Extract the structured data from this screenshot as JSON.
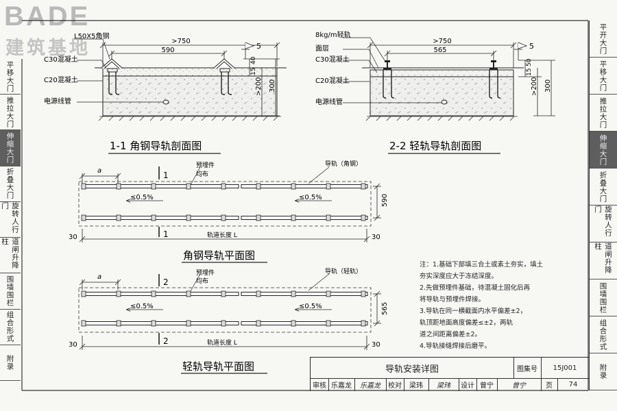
{
  "logo": {
    "brand": "BADE",
    "subtitle": "建筑基地"
  },
  "sections": {
    "s11": {
      "title": "1-1  角钢导轨剖面图",
      "rail_label": "L50X5角钢",
      "c30_label": "C30混凝土",
      "c20_label": "C20混凝土",
      "pipe_label": "电源线管",
      "dim_outer": ">750",
      "dim_inner": "590",
      "slope": "5",
      "dim_v1": "40",
      "dim_v2": "15",
      "dim_v3": ">200",
      "dim_v4": "300"
    },
    "s22": {
      "title": "2-2  轻轨导轨剖面图",
      "rail_label": "8kg/m轻轨",
      "surface_label": "面层",
      "c30_label": "C30混凝土",
      "c20_label": "C20混凝土",
      "pipe_label": "电源线管",
      "dim_outer": ">750",
      "dim_inner": "565",
      "slope": "5",
      "dim_v1": "50",
      "dim_v2": "15",
      "dim_v3": ">200",
      "dim_v4": "300"
    }
  },
  "plans": {
    "angle": {
      "title": "角钢导轨平面图",
      "a_label": "a",
      "embed_label1": "预埋件",
      "embed_label2": "均布",
      "rail_label": "导轨（角钢）",
      "slope_left": "≤0.5%",
      "slope_right": "≤0.5%",
      "width_dim": "590",
      "length_label": "轨道长度 L",
      "edge_left": "30",
      "edge_right": "30",
      "sec_mark_top": "1",
      "sec_mark_bottom": "1"
    },
    "light": {
      "title": "轻轨导轨平面图",
      "a_label": "a",
      "embed_label1": "预埋件",
      "embed_label2": "均布",
      "rail_label": "导轨（轻轨）",
      "slope_left": "≤0.5%",
      "slope_right": "≤0.5%",
      "width_dim": "565",
      "length_label": "轨道长度 L",
      "edge_left": "30",
      "edge_right": "30",
      "sec_mark_top": "2",
      "sec_mark_bottom": "2"
    }
  },
  "notes": [
    "注：1.基础下部填三合土或素土夯实，填土",
    "    夯实深度应大于冻结深度。",
    "  2.先做预埋件基础，待混凝土固化后再",
    "    将导轨与预埋件焊接。",
    "  3.导轨在同一横截面内水平偏差±2，",
    "    轨顶距地面高度偏差≤±2，两轨",
    "    道之间距离偏差±2。",
    "  4.导轨接缝焊接后磨平。"
  ],
  "title_block": {
    "drawing_title": "导轨安装详图",
    "atlas_label": "图集号",
    "atlas_no": "15J001",
    "page_label": "页",
    "page_no": "74",
    "review_label": "审核",
    "reviewer": "乐嘉龙",
    "reviewer_sign": "乐嘉龙",
    "check_label": "校对",
    "checker": "梁玮",
    "checker_sign": "梁玮",
    "design_label": "设计",
    "designer": "曾宁",
    "designer_sign": "曾宁"
  },
  "sidebar_right": [
    {
      "label": "平开大门",
      "active": false
    },
    {
      "label": "平移大门",
      "active": false
    },
    {
      "label": "推拉大门",
      "active": false
    },
    {
      "label": "伸缩大门",
      "active": true
    },
    {
      "label": "折叠大门",
      "active": false
    },
    {
      "label": "旋转人行门",
      "active": false
    },
    {
      "label": "道闸升降柱",
      "active": false
    },
    {
      "label": "围墙围栏",
      "active": false
    },
    {
      "label": "组合形式",
      "active": false
    },
    {
      "label": "附录",
      "active": false
    }
  ],
  "sidebar_left": [
    {
      "label": "平移大门",
      "active": false
    },
    {
      "label": "推拉大门",
      "active": false
    },
    {
      "label": "伸缩大门",
      "active": true
    },
    {
      "label": "折叠大门",
      "active": false
    },
    {
      "label": "旋转人行门",
      "active": false
    },
    {
      "label": "道闸升降柱",
      "active": false
    },
    {
      "label": "围墙围栏",
      "active": false
    },
    {
      "label": "组合形式",
      "active": false
    },
    {
      "label": "附录",
      "active": false
    }
  ],
  "colors": {
    "line": "#222222",
    "concrete": "#ececea",
    "active_tab": "#5e5e5e"
  }
}
